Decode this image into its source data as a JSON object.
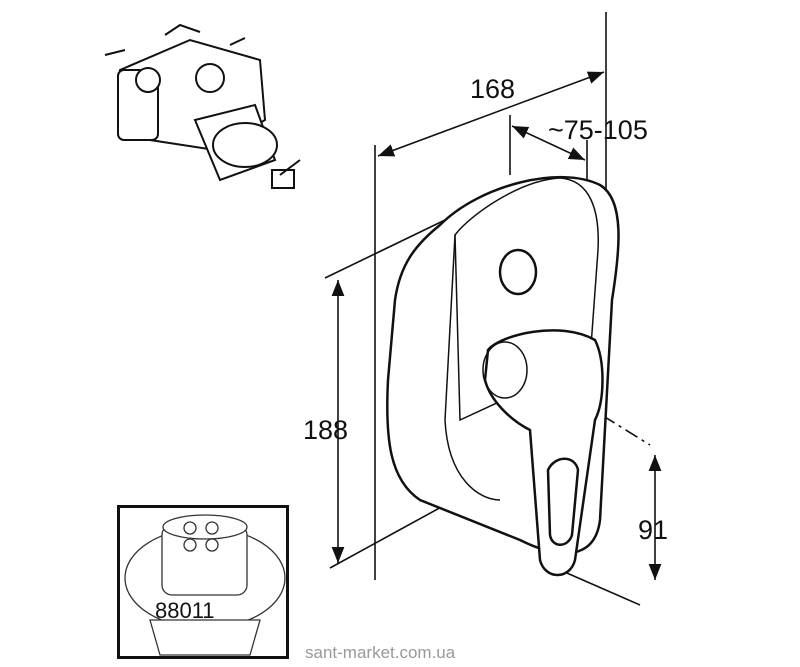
{
  "dimensions": {
    "width": "168",
    "depth_range": "~75-105",
    "height": "188",
    "handle_height": "91"
  },
  "inset": {
    "part_number": "88011"
  },
  "watermark": "sant-market.com.ua"
}
